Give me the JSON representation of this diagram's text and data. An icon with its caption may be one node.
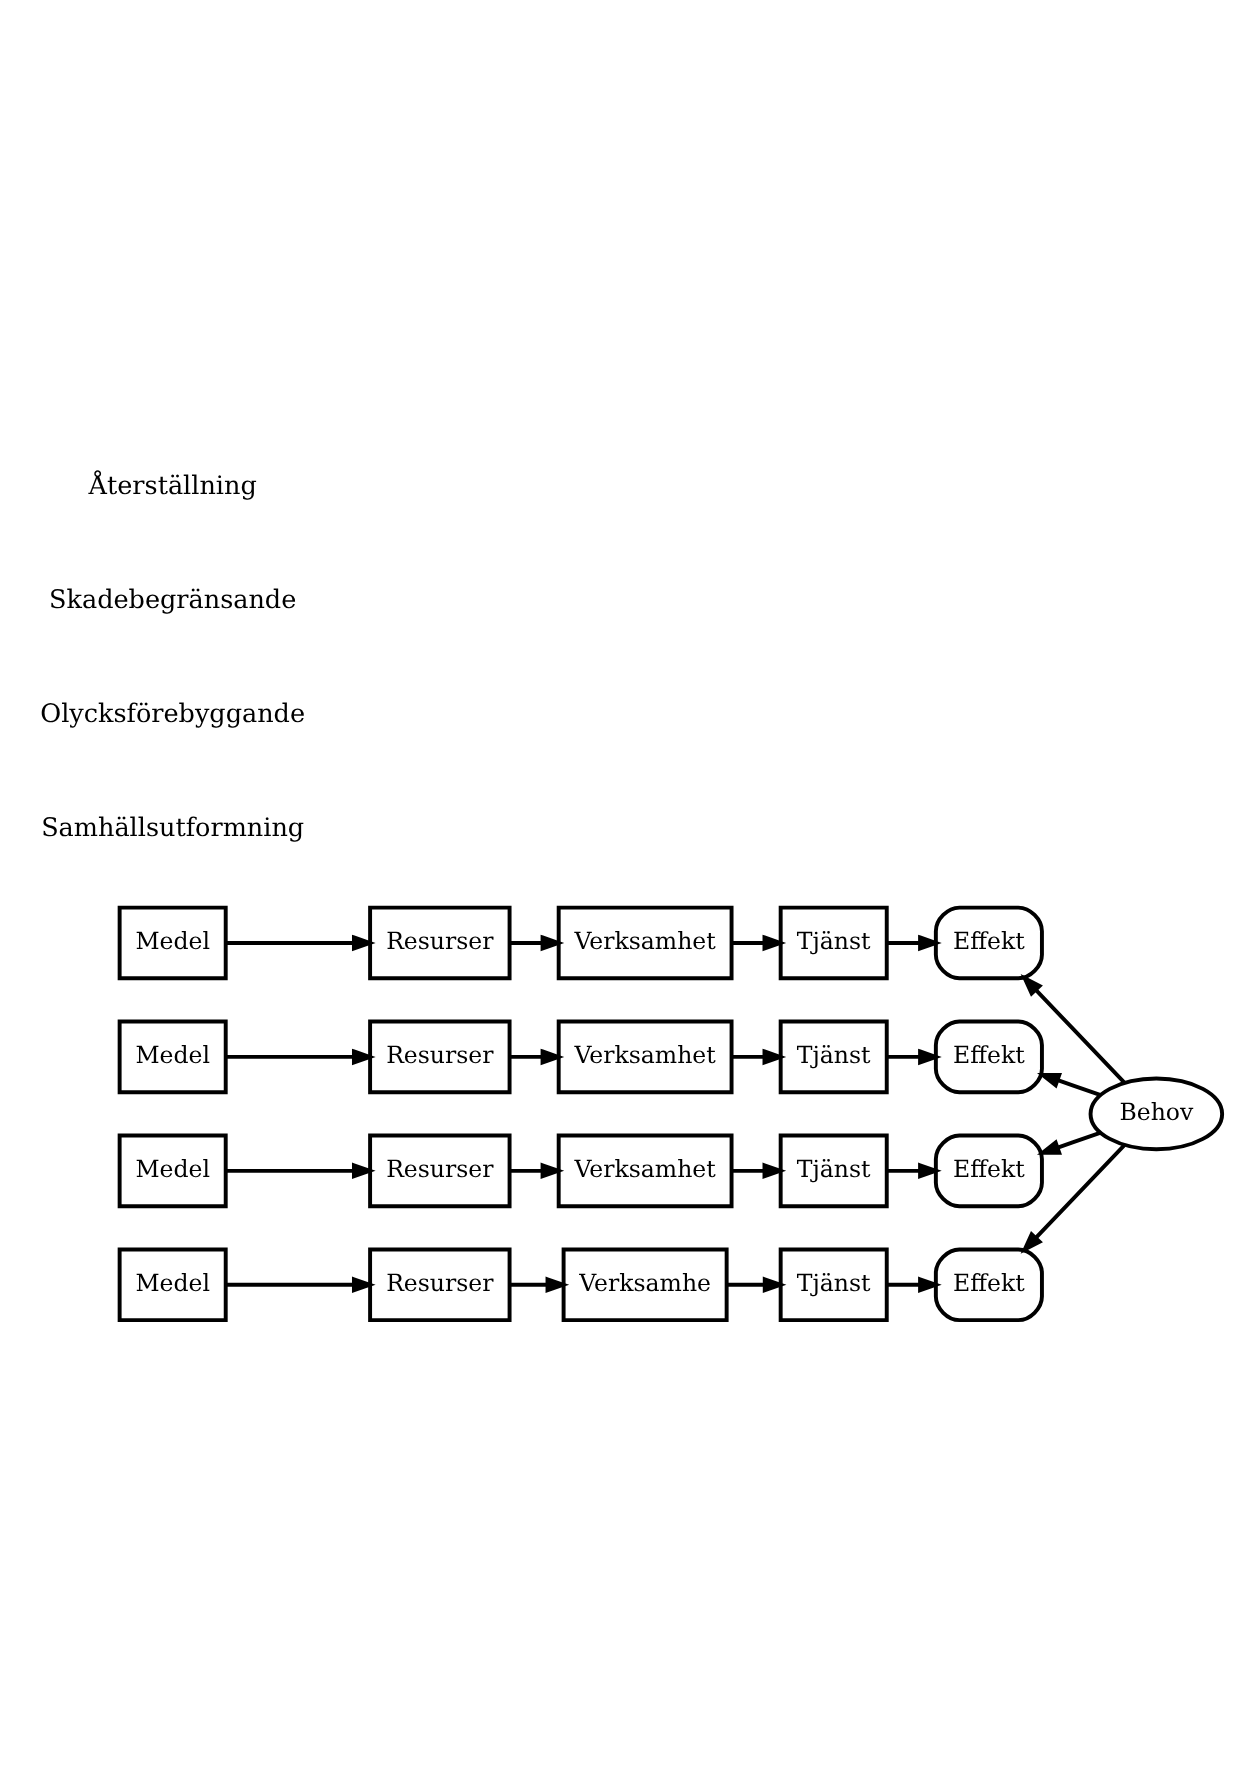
{
  "diagram": {
    "nodes": [
      {
        "text": [
          "Medel"
        ]
      },
      {
        "text": [
          "Resurser"
        ]
      },
      {
        "text": [
          "Verksamhet"
        ]
      },
      {
        "text": [
          "Tjänst"
        ]
      },
      {
        "text": [
          "Effekt"
        ]
      },
      {
        "text": [
          "Medel"
        ]
      },
      {
        "text": [
          "Resurser"
        ]
      },
      {
        "text": [
          "Verksamhet"
        ]
      },
      {
        "text": [
          "Tjänst"
        ]
      },
      {
        "text": [
          "Effekt"
        ]
      },
      {
        "text": [
          "Behov"
        ]
      },
      {
        "text": [
          "Effekt"
        ]
      },
      {
        "text": [
          "Tjänst"
        ]
      },
      {
        "text": [
          "Verksamhet"
        ]
      },
      {
        "text": [
          "Resurser"
        ]
      },
      {
        "text": [
          "Medel"
        ]
      },
      {
        "text": [
          "Medel"
        ]
      },
      {
        "text": [
          "Resurser"
        ]
      },
      {
        "text": [
          "Verksamhe"
        ]
      },
      {
        "text": [
          "Tjänst"
        ]
      },
      {
        "text": [
          "Effekt"
        ]
      }
    ],
    "edges": [
      {
        "from": 0,
        "to": 1,
        "arrow": "to"
      },
      {
        "from": 1,
        "to": 2,
        "arrow": "to"
      },
      {
        "from": 2,
        "to": 3,
        "arrow": "to"
      },
      {
        "from": 3,
        "to": 4,
        "arrow": "to"
      },
      {
        "from": 5,
        "to": 6,
        "arrow": "to"
      },
      {
        "from": 6,
        "to": 7,
        "arrow": "to"
      },
      {
        "from": 7,
        "to": 8,
        "arrow": "to"
      },
      {
        "from": 8,
        "to": 9,
        "arrow": "to"
      },
      {
        "from": 10,
        "to": 4,
        "arrow": "to"
      },
      {
        "from": 10,
        "to": 9,
        "arrow": "to"
      },
      {
        "from": 10,
        "to": 11,
        "arrow": "to"
      },
      {
        "from": 10,
        "to": 20,
        "arrow": "to"
      },
      {
        "from": 15,
        "to": 14,
        "arrow": "to"
      },
      {
        "from": 14,
        "to": 13,
        "arrow": "to"
      },
      {
        "from": 13,
        "to": 12,
        "arrow": "to"
      },
      {
        "from": 12,
        "to": 11,
        "arrow": "to"
      },
      {
        "from": 16,
        "to": 17,
        "arrow": "to"
      },
      {
        "from": 17,
        "to": 18,
        "arrow": "to"
      },
      {
        "from": 18,
        "to": 19,
        "arrow": "to"
      },
      {
        "from": 19,
        "to": 20,
        "arrow": "to"
      }
    ],
    "labels": [
      "Samhällsutformning",
      "Olycksförebyggande",
      "Skadebegränsande",
      "Återställning"
    ]
  }
}
